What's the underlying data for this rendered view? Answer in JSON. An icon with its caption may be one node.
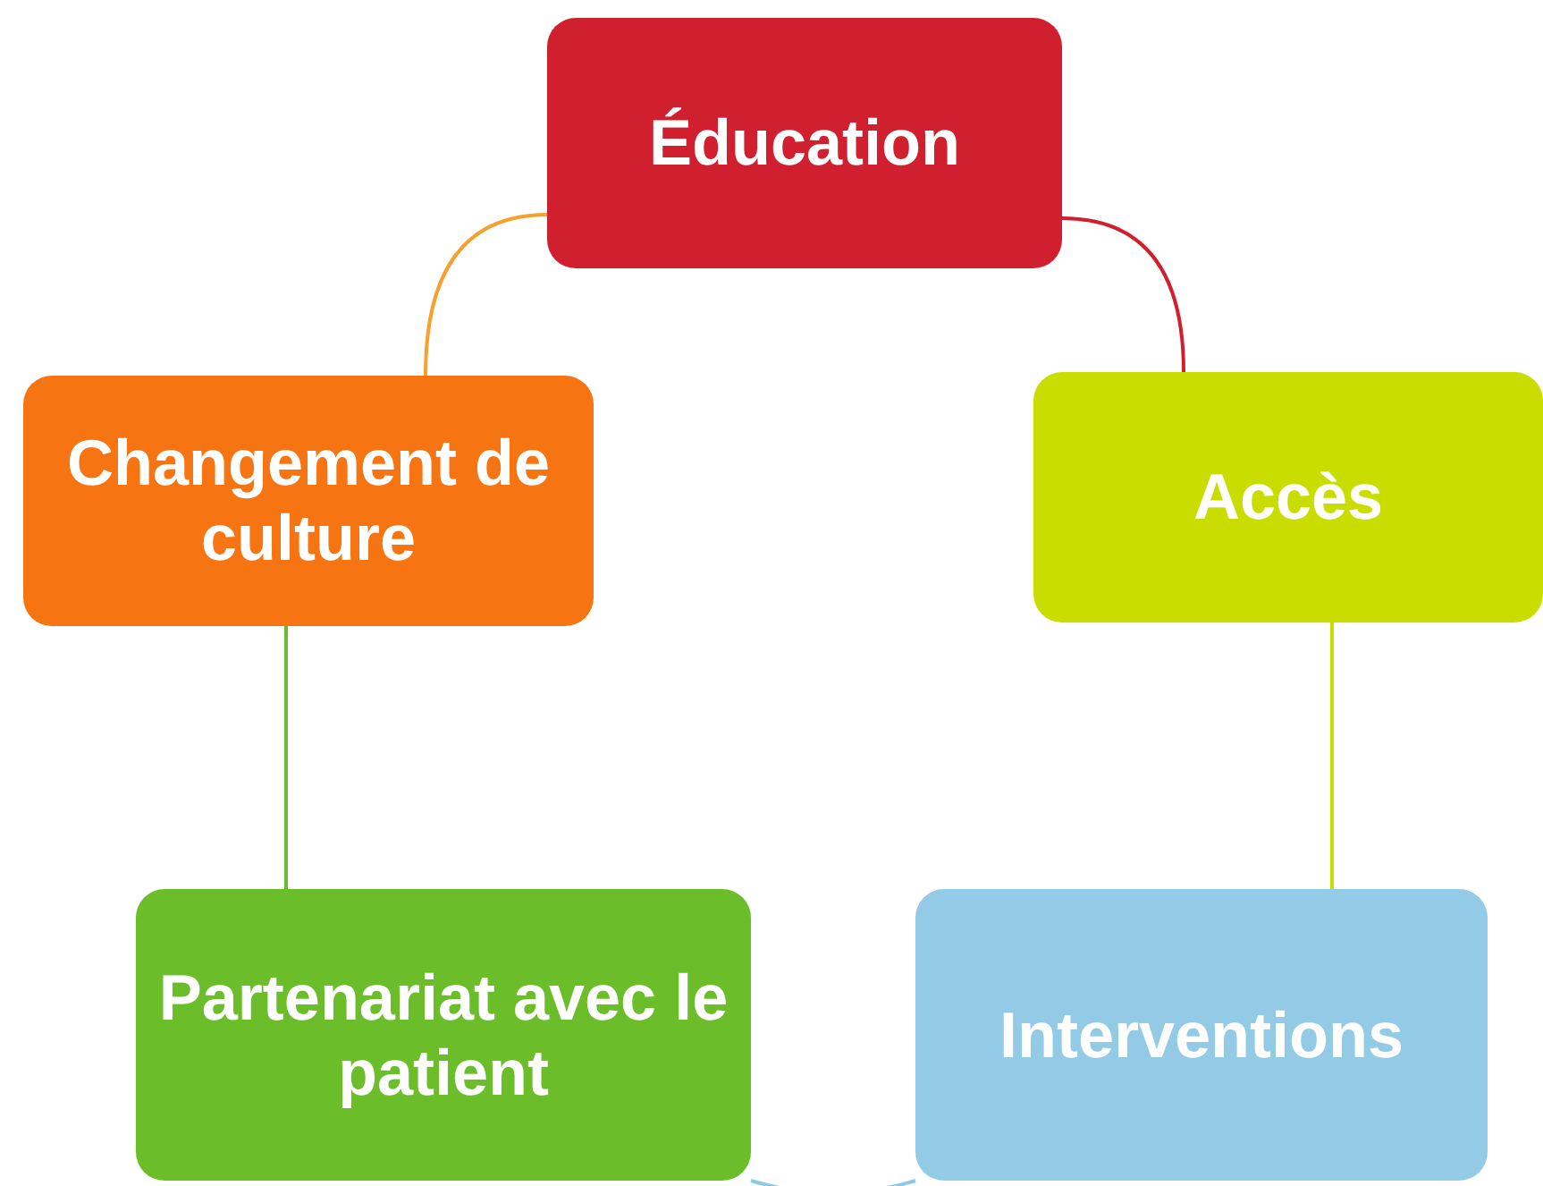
{
  "diagram": {
    "nodes": [
      {
        "text": [
          "Éducation"
        ]
      },
      {
        "text": [
          "Changement de culture"
        ]
      },
      {
        "text": [
          "Accès"
        ]
      },
      {
        "text": [
          "Partenariat avec le patient"
        ]
      },
      {
        "text": [
          "Interventions"
        ]
      }
    ],
    "edges": [
      {
        "from": 0,
        "to": 2,
        "arrow": "none",
        "color": "#d0202f"
      },
      {
        "from": 2,
        "to": 4,
        "arrow": "none",
        "color": "#c8dc00"
      },
      {
        "from": 4,
        "to": 3,
        "arrow": "none",
        "color": "#8ecae6"
      },
      {
        "from": 3,
        "to": 1,
        "arrow": "none",
        "color": "#6bbd2a"
      },
      {
        "from": 1,
        "to": 0,
        "arrow": "none",
        "color": "#f7a030"
      }
    ]
  }
}
